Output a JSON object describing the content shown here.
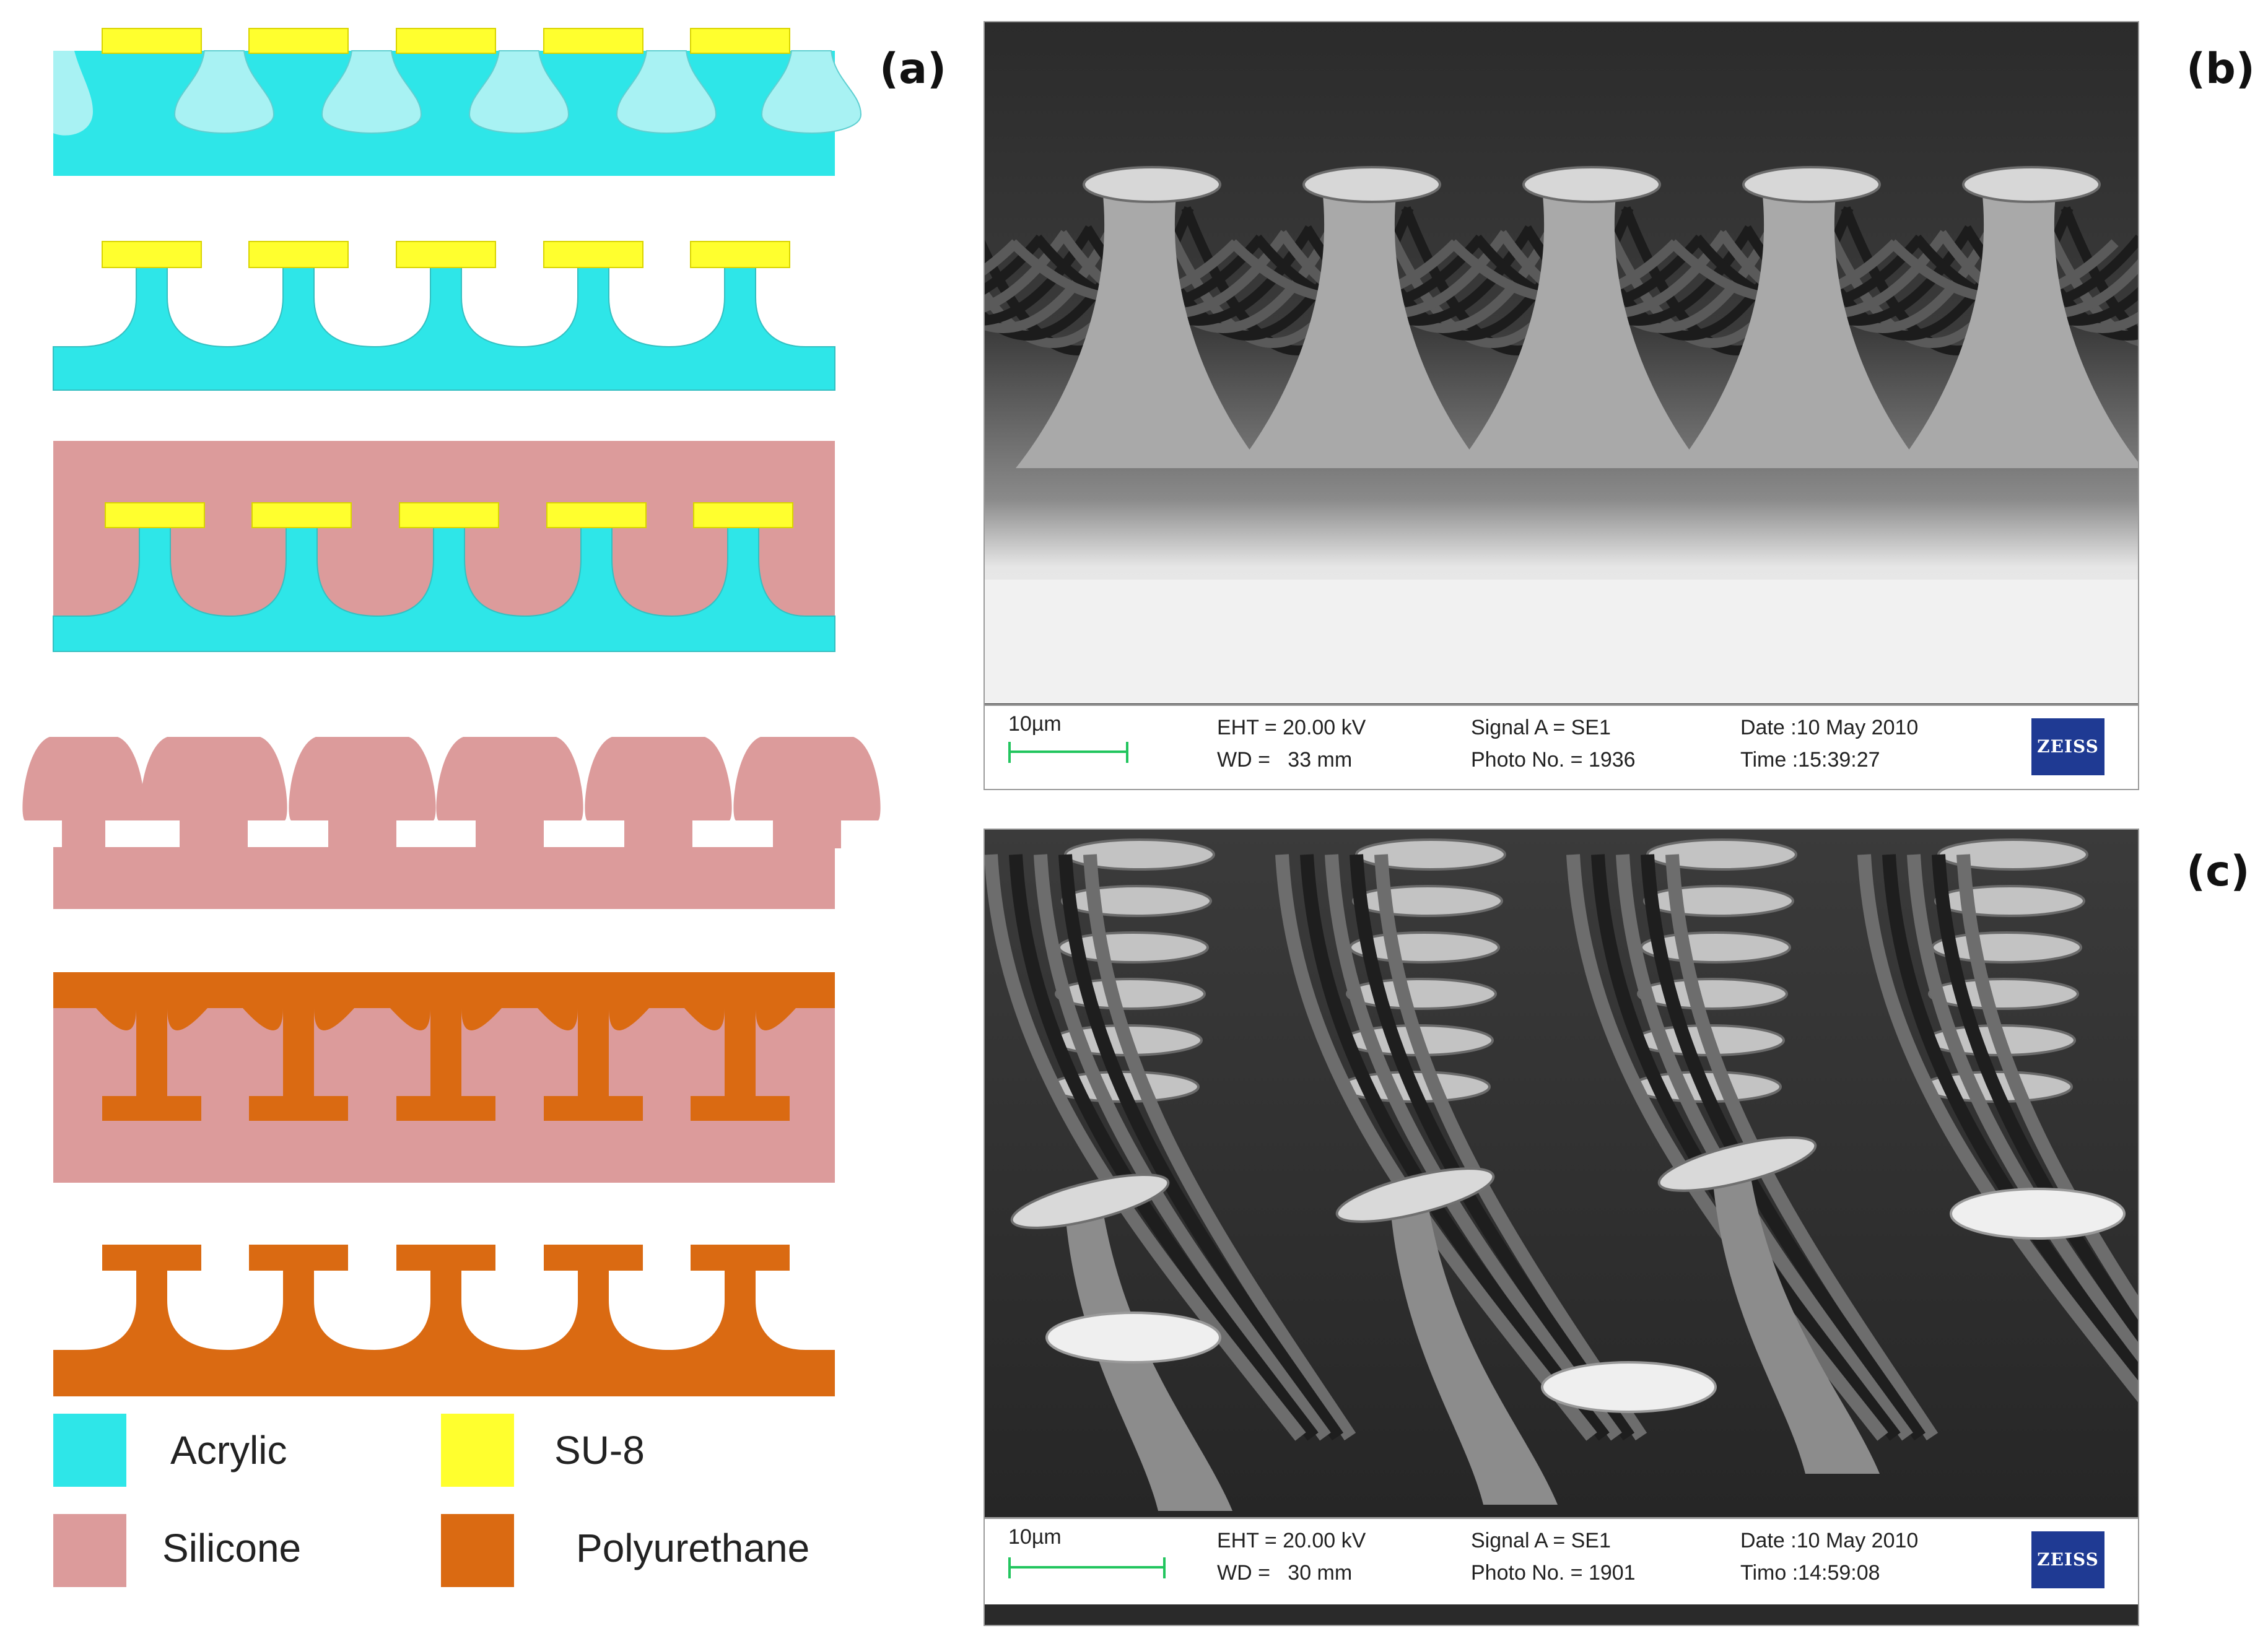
{
  "panel_labels": {
    "a": "(a)",
    "b": "(b)",
    "c": "(c)"
  },
  "legend": {
    "items": [
      {
        "label": "Acrylic",
        "color": "#2ee6e8"
      },
      {
        "label": "SU-8",
        "color": "#ffff2e"
      },
      {
        "label": "Silicone",
        "color": "#dc9b9b"
      },
      {
        "label": "Polyurethane",
        "color": "#da6a12"
      }
    ]
  },
  "colors": {
    "acrylic": "#2ee6e8",
    "acrylic_light": "#a8f2f3",
    "su8": "#ffff2e",
    "silicone": "#dc9b9b",
    "polyurethane": "#da6a12"
  },
  "sem_b": {
    "scale": "10µm",
    "eht": "EHT = 20.00 kV",
    "wd": "WD =   33 mm",
    "signal": "Signal A = SE1",
    "photo": "Photo No. = 1936",
    "date": "Date :10 May 2010",
    "time": "Time :15:39:27",
    "logo": "ZEISS"
  },
  "sem_c": {
    "scale": "10µm",
    "eht": "EHT = 20.00 kV",
    "wd": "WD =   30 mm",
    "signal": "Signal A = SE1",
    "photo": "Photo No. = 1901",
    "date": "Date :10 May 2010",
    "time": "Timo :14:59:08",
    "logo": "ZEISS"
  }
}
